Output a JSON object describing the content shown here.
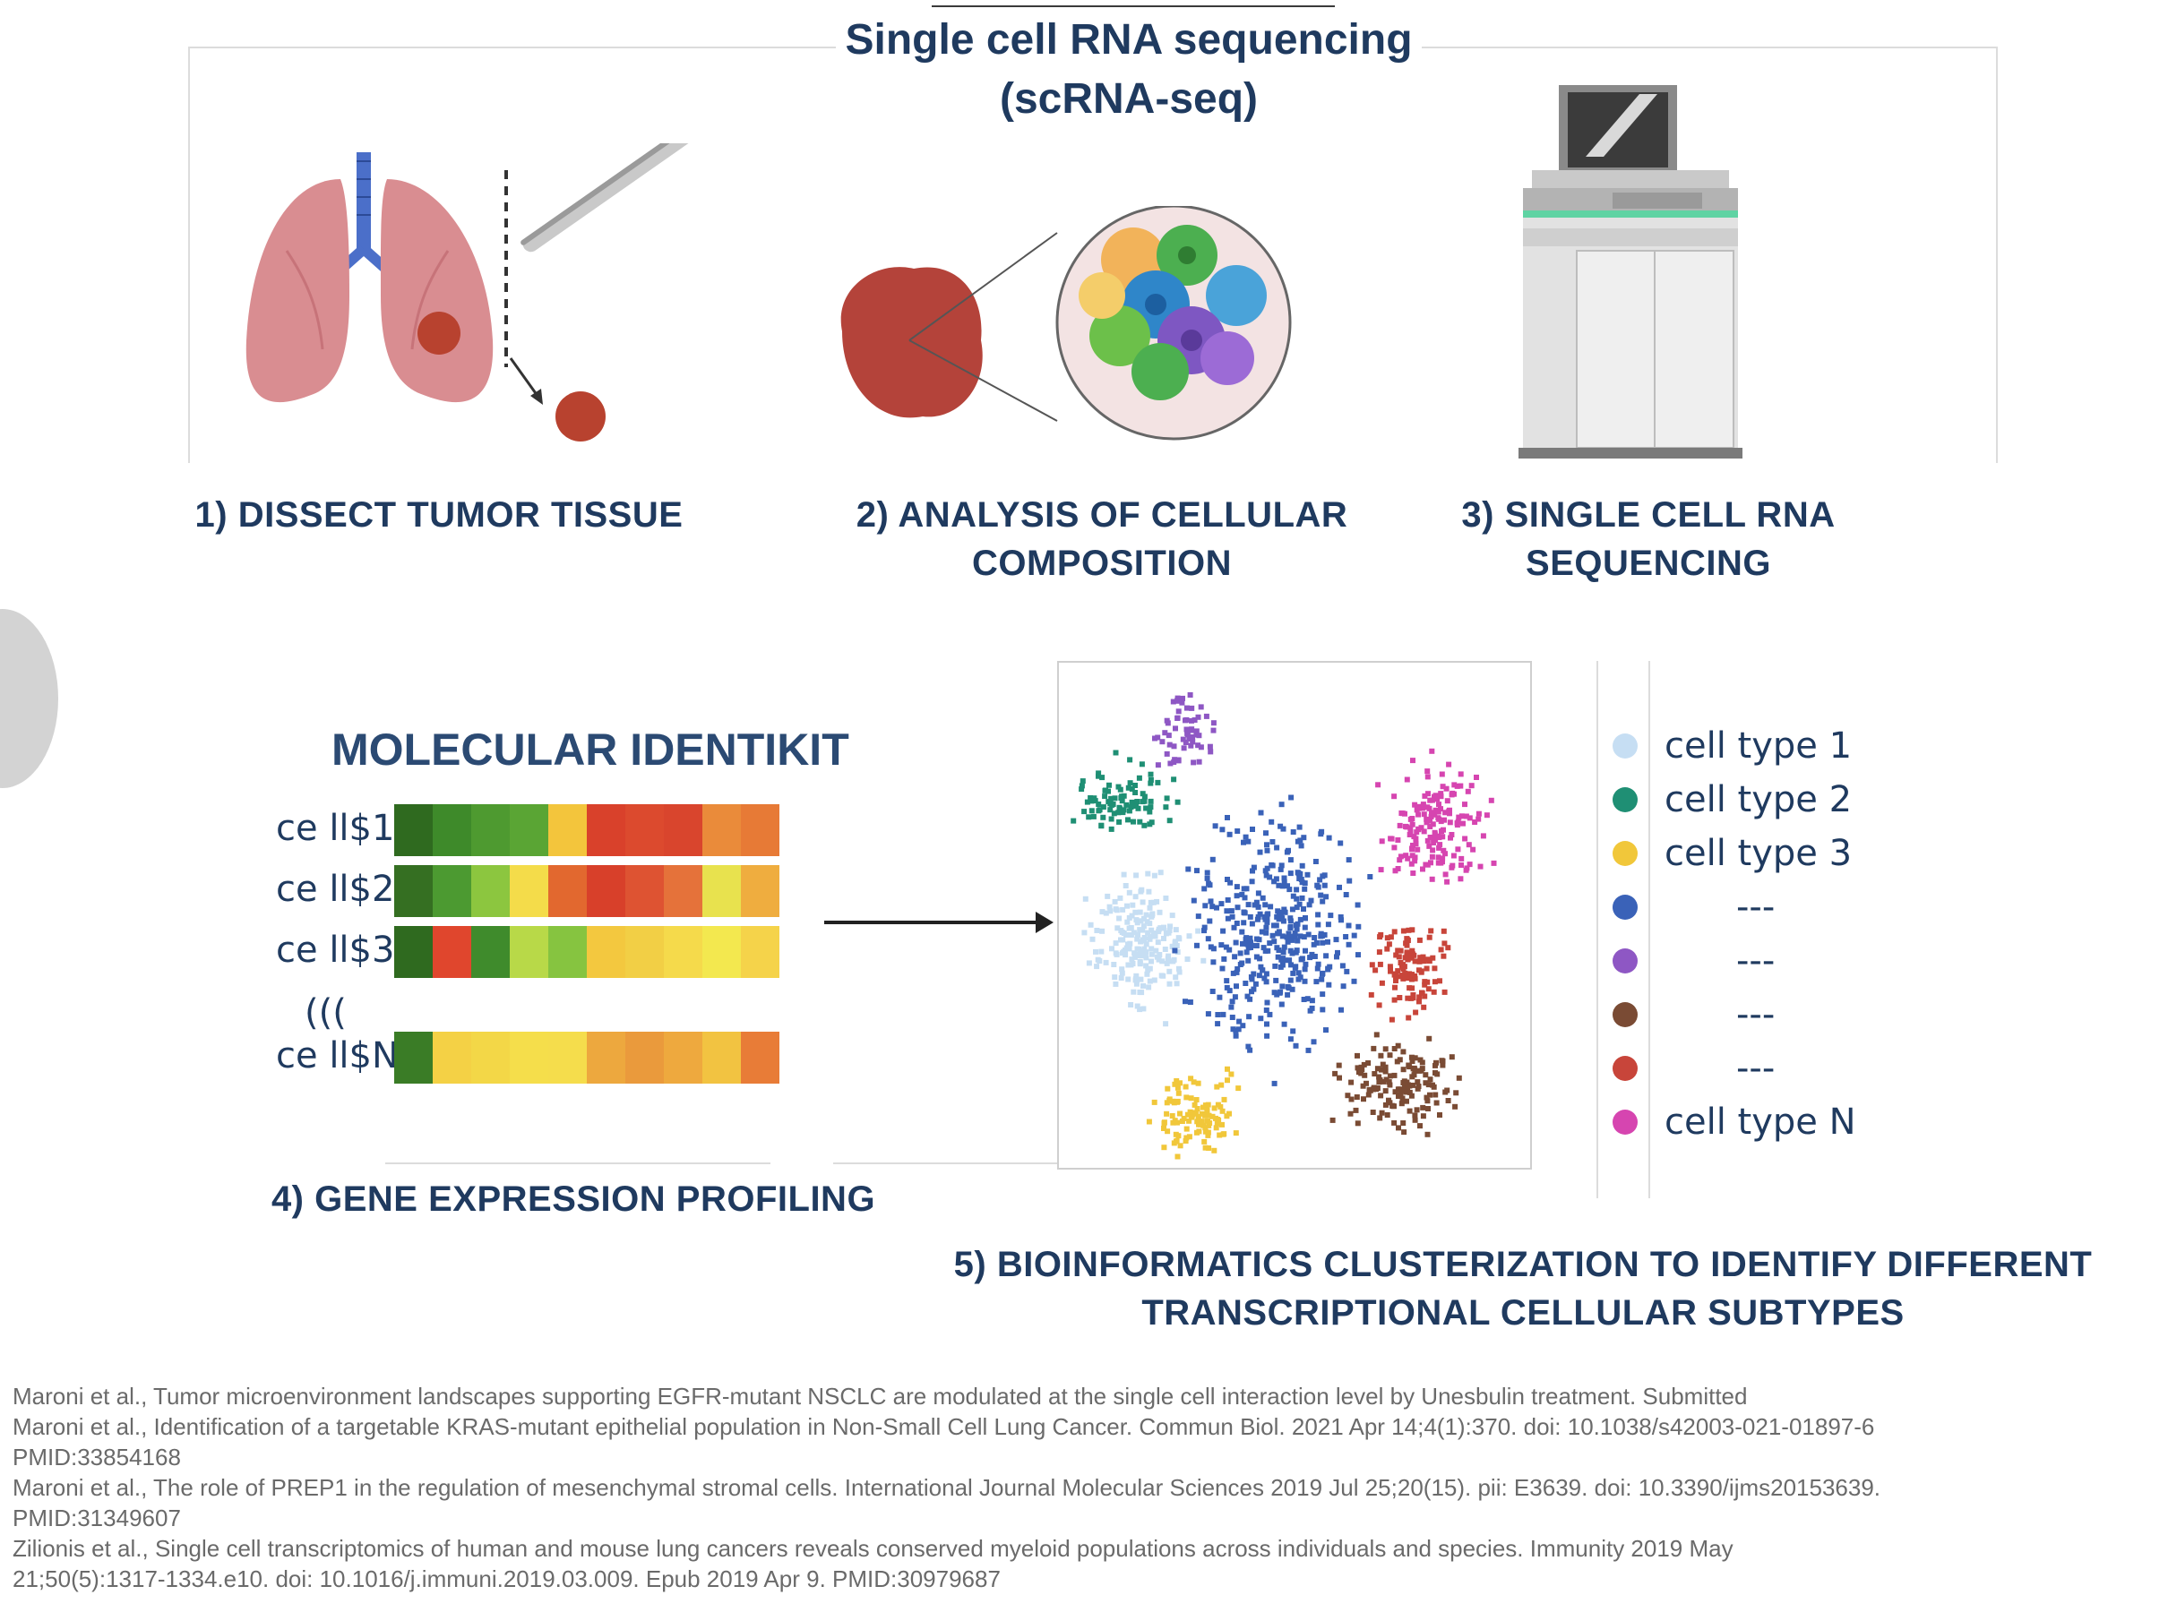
{
  "header": {
    "title_line1": "Single cell RNA sequencing",
    "title_line2": "(scRNA-seq)"
  },
  "steps": {
    "step1": "1) DISSECT TUMOR TISSUE",
    "step2_line1": "2) ANALYSIS OF CELLULAR",
    "step2_line2": "COMPOSITION",
    "step3_line1": "3) SINGLE CELL RNA",
    "step3_line2": "SEQUENCING",
    "step4": "4) GENE EXPRESSION PROFILING",
    "step5_line1": "5) BIOINFORMATICS CLUSTERIZATION TO IDENTIFY DIFFERENT",
    "step5_line2": "TRANSCRIPTIONAL CELLULAR SUBTYPES"
  },
  "identikit": {
    "title": "MOLECULAR IDENTIKIT",
    "rows": [
      {
        "label": "ce ll$1",
        "colors": [
          "#2f6a1f",
          "#3e8a2a",
          "#4e9a30",
          "#5aa534",
          "#f3c53c",
          "#d9412b",
          "#dc4a2e",
          "#d9452d",
          "#ea8b3a",
          "#e77a36"
        ]
      },
      {
        "label": "ce ll$2",
        "colors": [
          "#356f22",
          "#4c9a31",
          "#8cc63f",
          "#f4dc4a",
          "#e2682f",
          "#d8402a",
          "#de5332",
          "#e5723a",
          "#e8e24e",
          "#efad3f"
        ]
      },
      {
        "label": "ce ll$3",
        "colors": [
          "#2f6a1f",
          "#e0462d",
          "#3f8b2c",
          "#b8d948",
          "#86c440",
          "#f3c83f",
          "#f2cf45",
          "#f5da4b",
          "#f3e84f",
          "#f5d34a"
        ]
      }
    ],
    "ellipsis": "(((",
    "last_row": {
      "label": "ce ll$N",
      "colors": [
        "#3a7c26",
        "#f4d145",
        "#f3d747",
        "#f5de4b",
        "#f5dd4c",
        "#eda83e",
        "#ea9a3c",
        "#eea93e",
        "#f2c341",
        "#e87c37"
      ]
    }
  },
  "legend": {
    "items": [
      {
        "label": "cell type 1",
        "color": "#c6def3"
      },
      {
        "label": "cell type 2",
        "color": "#1f8f74"
      },
      {
        "label": "cell type 3",
        "color": "#f1c73a"
      },
      {
        "label": "---",
        "color": "#3a62b8"
      },
      {
        "label": "---",
        "color": "#8e57c4"
      },
      {
        "label": "---",
        "color": "#7a4b34"
      },
      {
        "label": "---",
        "color": "#c8453a"
      },
      {
        "label": "cell type N",
        "color": "#d645b0"
      }
    ]
  },
  "references": [
    {
      "text": "Maroni et al., Tumor microenvironment landscapes supporting EGFR-mutant NSCLC are modulated at the single cell interaction level by Unesbulin treatment. Submitted"
    },
    {
      "text": "Maroni et al., Identification of a targetable KRAS-mutant epithelial population in Non-Small Cell Lung Cancer. Commun Biol. 2021 Apr 14;4(1):370. doi: 10.1038/s42003-021-01897-6"
    },
    {
      "text": "PMID:33854168"
    },
    {
      "text": "Maroni et al., The role of PREP1 in the regulation of mesenchymal stromal cells. International Journal Molecular Sciences 2019 Jul 25;20(15). pii: E3639. doi: 10.3390/ijms20153639."
    },
    {
      "text": "PMID:31349607"
    },
    {
      "text": "Zilionis et al., Single cell transcriptomics of human and mouse lung cancers reveals conserved myeloid populations across individuals and species. Immunity 2019 May"
    },
    {
      "text": "21;50(5):1317-1334.e10. doi: 10.1016/j.immuni.2019.03.009. Epub 2019 Apr 9. PMID:30979687"
    }
  ]
}
